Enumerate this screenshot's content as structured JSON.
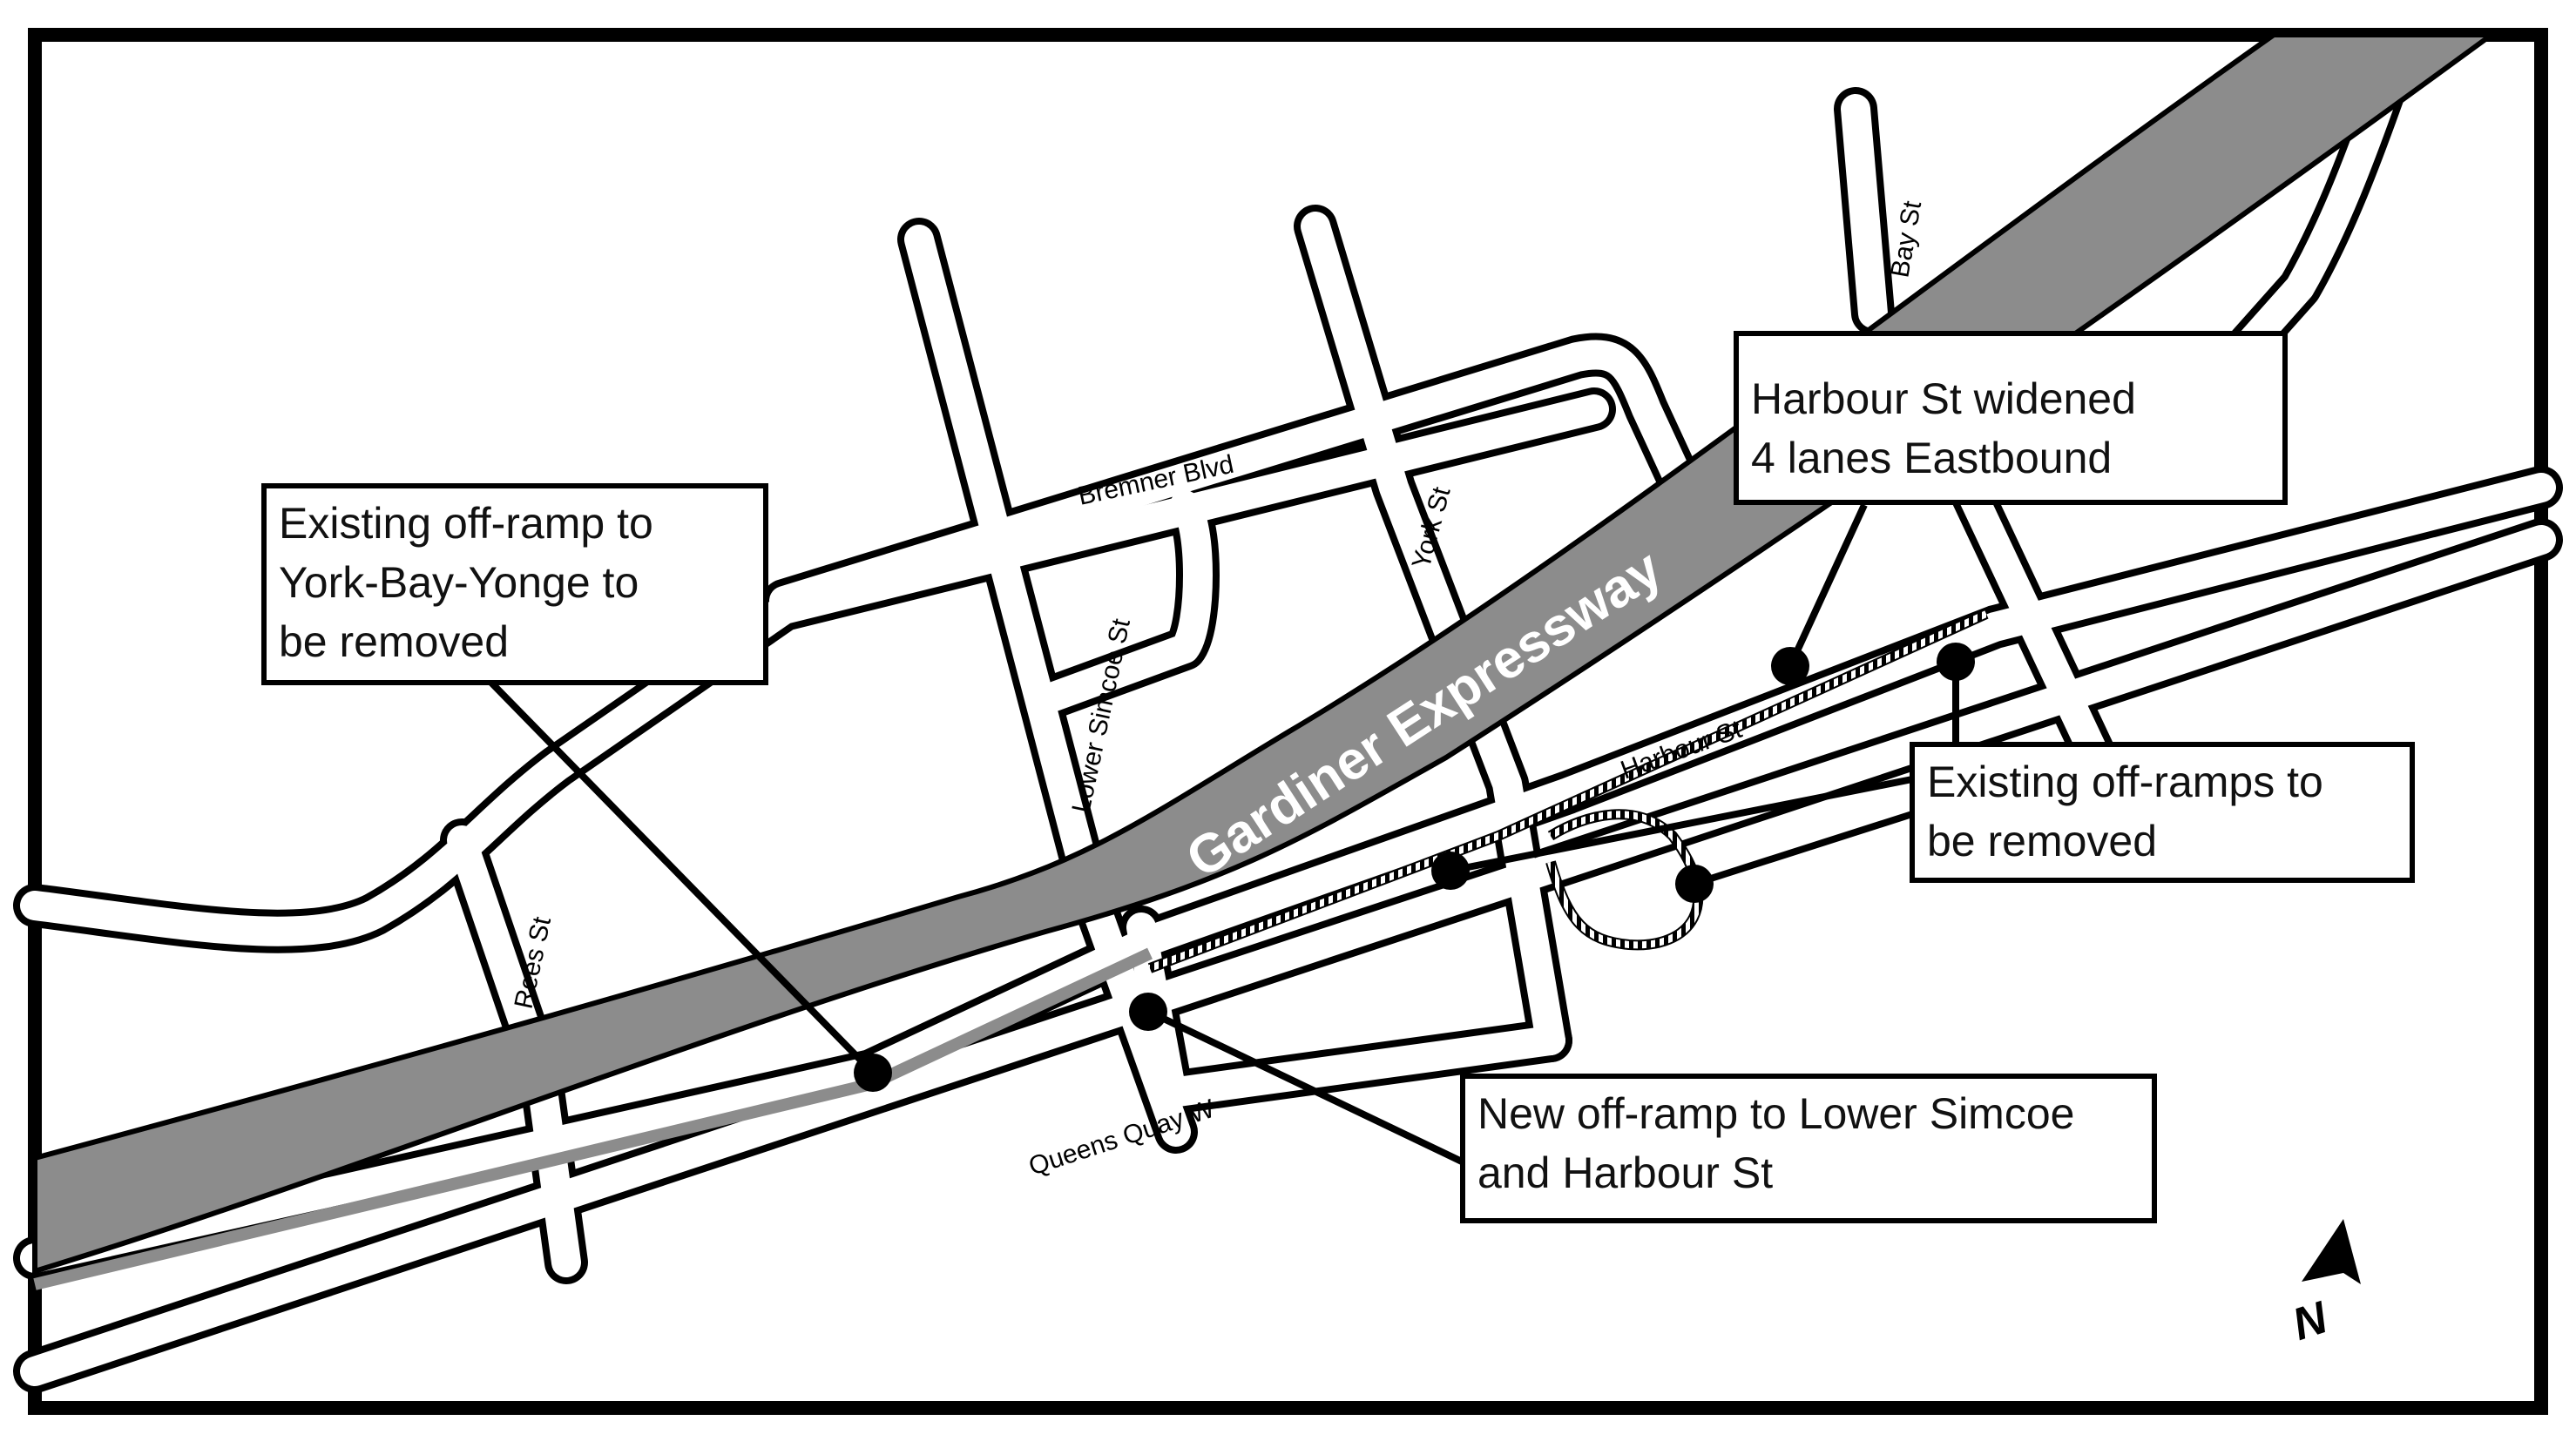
{
  "map": {
    "highway": {
      "name": "Gardiner Expressway",
      "color": "#8c8c8c"
    },
    "streets": {
      "bremner": "Bremner Blvd",
      "york": "York St",
      "bay": "Bay St",
      "lower_simcoe": "Lower Simcoe St",
      "harbour": "Harbour St",
      "rees": "Rees St",
      "queens_quay": "Queens Quay W"
    },
    "north_arrow": {
      "label": "N",
      "icon": "north-arrow-icon"
    }
  },
  "callouts": {
    "york_bay_yonge": {
      "lines": [
        "Existing off-ramp to",
        "York-Bay-Yonge to",
        "be removed"
      ]
    },
    "harbour_widened": {
      "lines": [
        "Harbour St widened",
        "4 lanes Eastbound"
      ]
    },
    "existing_offramps": {
      "lines": [
        "Existing off-ramps to",
        "be removed"
      ]
    },
    "new_offramp": {
      "lines": [
        "New off-ramp to Lower Simcoe",
        "and Harbour St"
      ]
    }
  },
  "colors": {
    "road_outline": "#000000",
    "road_fill": "#ffffff",
    "highway_fill": "#8c8c8c",
    "background": "#ffffff"
  }
}
